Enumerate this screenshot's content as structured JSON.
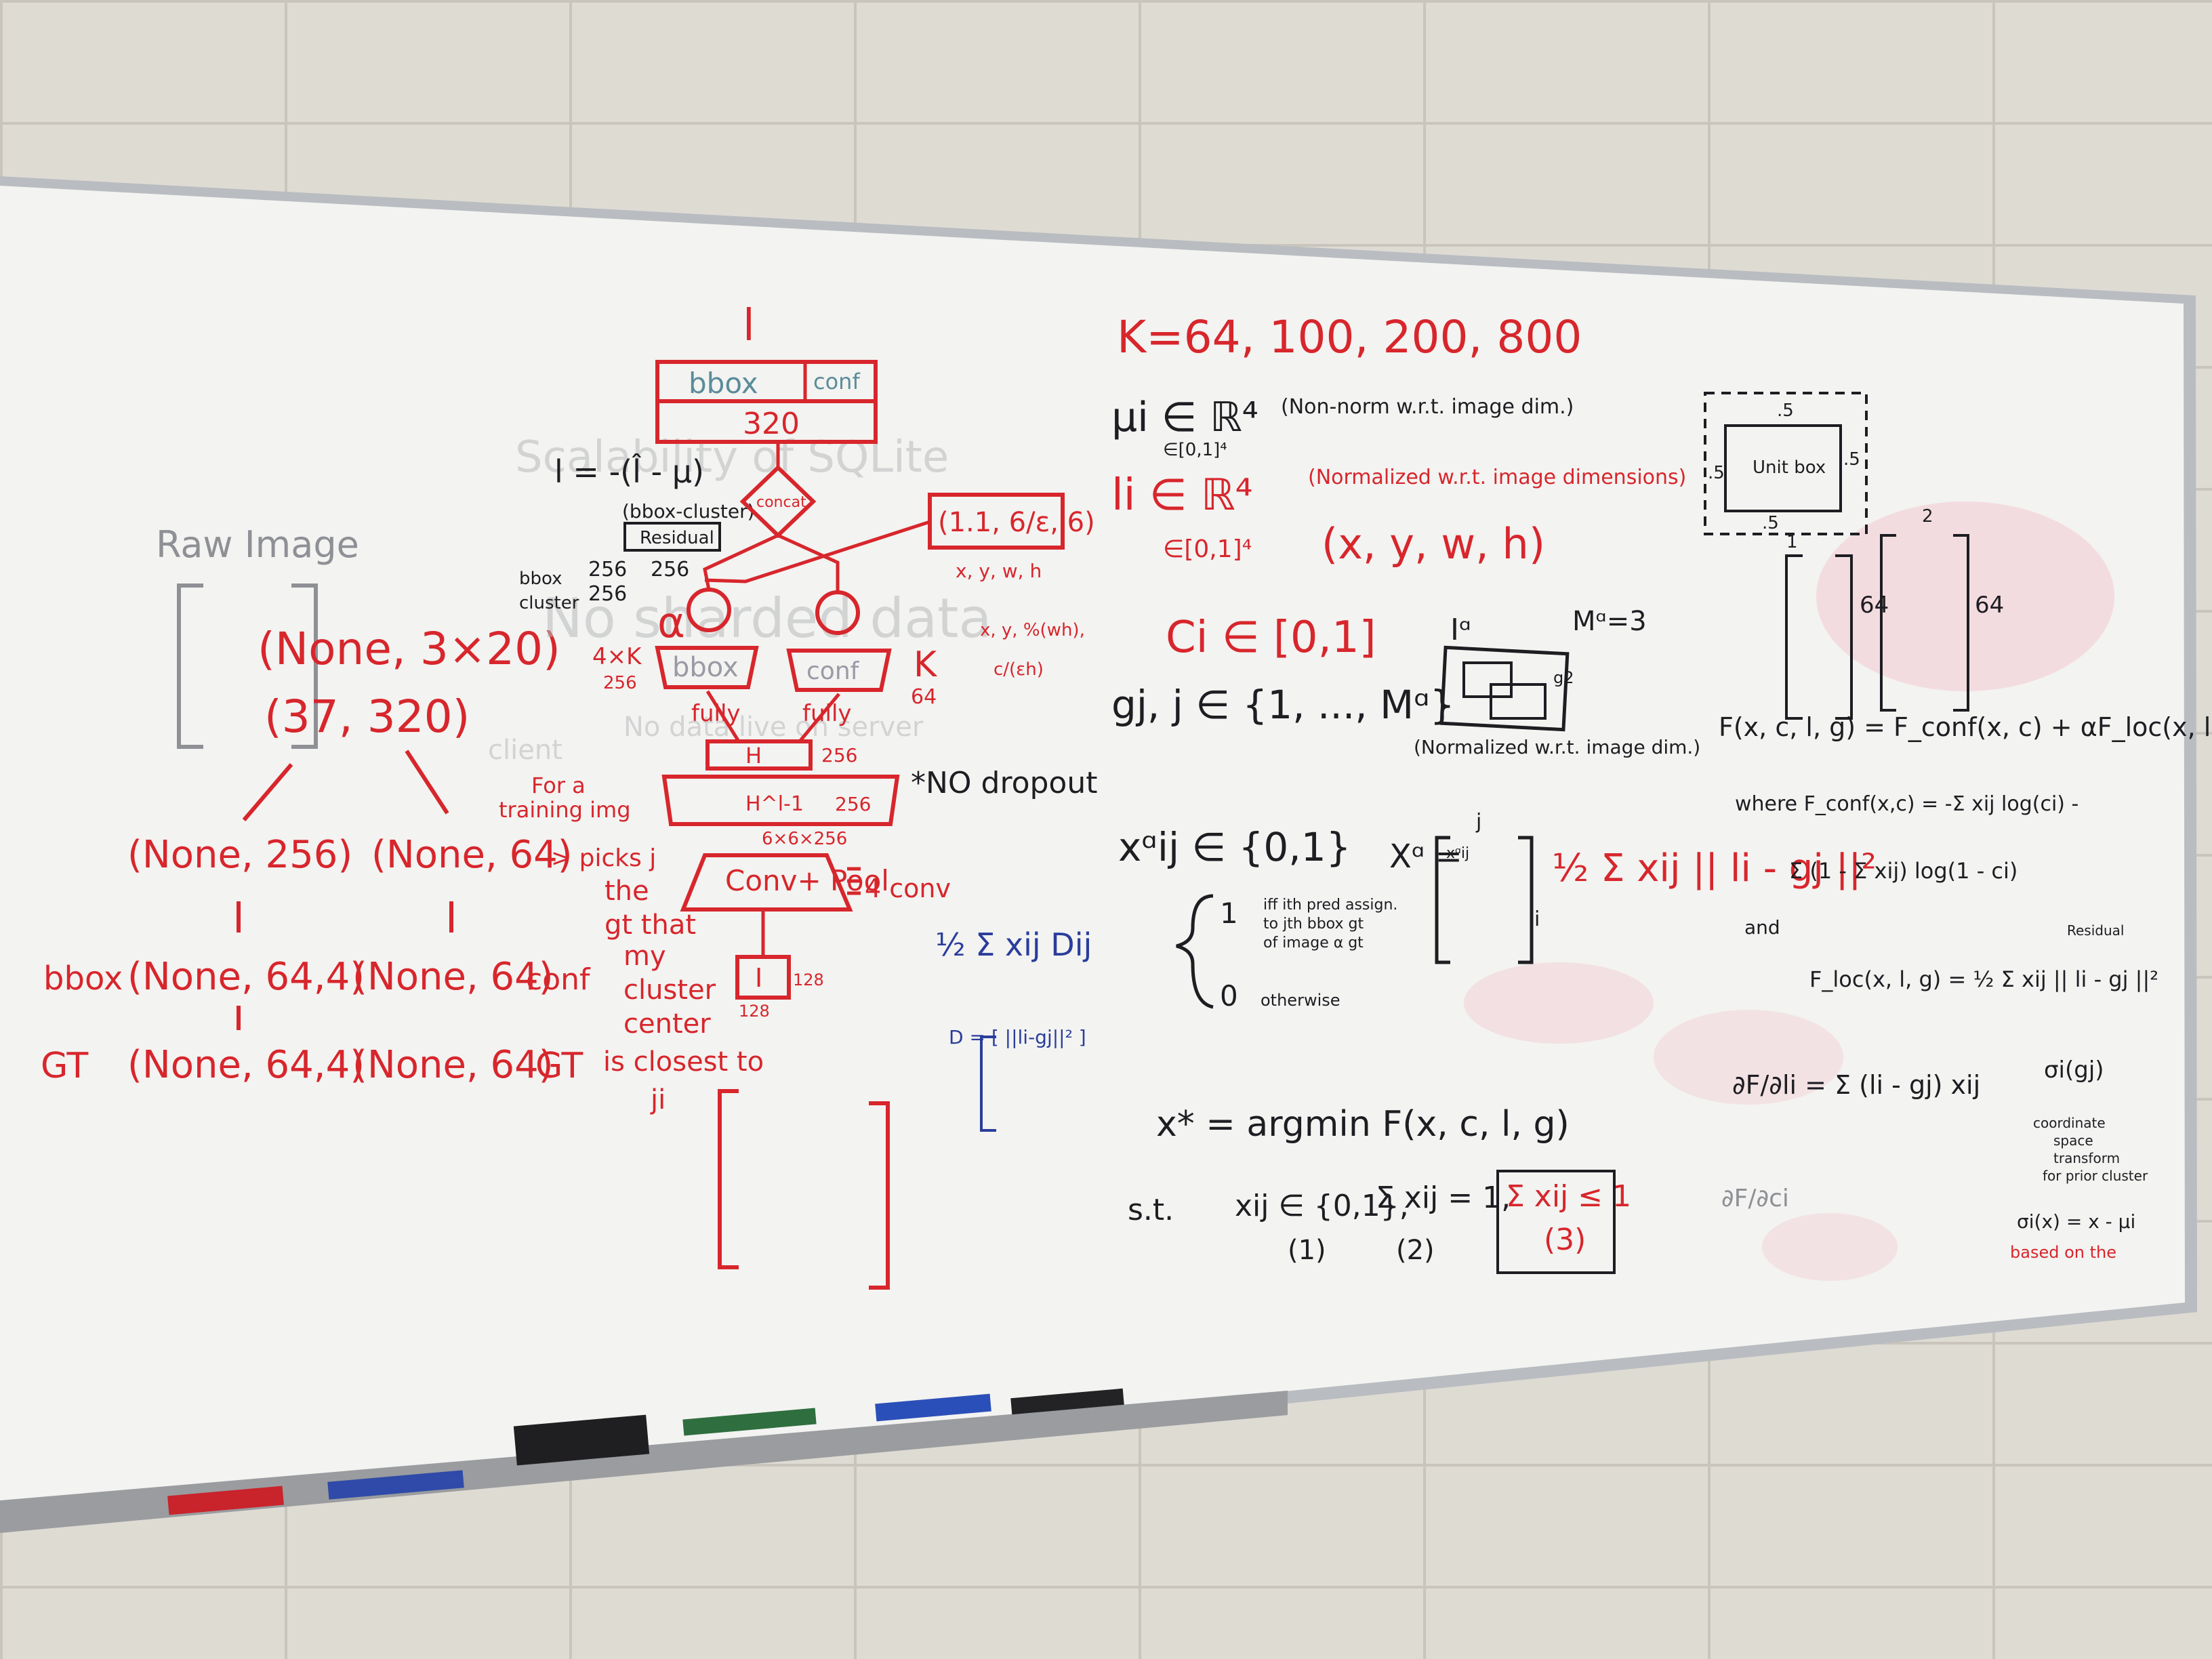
{
  "board": {
    "colors": {
      "red": "#d7262c",
      "black": "#1d1d22",
      "blue": "#2a3d9c",
      "gray": "#8e9095",
      "pink": "#e7a5b3"
    },
    "left": {
      "raw_image": "Raw Image",
      "shape1": "(None, 3×20)",
      "shape2": "(37, 320)",
      "bbox_pred": "(None, 256)",
      "conf_pred": "(None, 64)",
      "bbox_label": "bbox",
      "bbox_reshape": "(None, 64,4)",
      "conf_reshape": "(None, 64)",
      "conf_label": "conf",
      "gt_label": "GT",
      "gt_bbox": "(None, 64,4)",
      "gt_conf": "(None, 64)",
      "gt_label2": "GT"
    },
    "network": {
      "loss_symbol": "l",
      "bbox_box": "bbox",
      "conf_box": "conf",
      "dim_box": "320",
      "loss_formula": "l = -(l̂ - μ)",
      "bbox_cluster": "(bbox-cluster)",
      "residual": "Residual",
      "concat": "concat",
      "bbox_row": "bbox",
      "bbox_row_val1": "256",
      "bbox_row_val2": "256",
      "cluster_row": "cluster",
      "cluster_row_val": "256",
      "coords_box": "(1.1, 6/ε, 6)",
      "coords_sub": "x, y, w, h",
      "coords_sub2": "x, y, %(wh),",
      "coords_sub3": "c/(εh)",
      "alpha": "α",
      "four_k": "4×K",
      "four_k_val": "256",
      "bbox_layer": "bbox",
      "conf_layer": "conf",
      "k_label": "K",
      "k_val": "64",
      "fully1": "fully",
      "fully2": "fully",
      "h_top": "H",
      "h_top_val": "256",
      "h_next": "H^l-1",
      "h_next_val": "256",
      "dims": "6×6×256",
      "conv": "Conv+ Pool",
      "four_conv": "4 conv",
      "input": "I",
      "input_val1": "128",
      "input_val2": "128",
      "no_dropout": "*NO dropout",
      "training_note": [
        "For a",
        "training img"
      ],
      "picks_note": [
        "-> picks j",
        "the",
        "gt that",
        "my",
        "cluster",
        "center",
        "is closest to",
        "ji"
      ]
    },
    "ghost_text": {
      "sqlite": "Scalability of SQLite",
      "no_data": "No sharded data",
      "server": "No data live on server",
      "client": "client"
    },
    "middle": {
      "k_values": "K=64, 100, 200, 800",
      "mu": "μi ∈ ℝ⁴",
      "mu_sub": "∈[0,1]⁴",
      "mu_note": "(Non-norm w.r.t. image dim.)",
      "l": "li ∈ ℝ⁴",
      "l_sub": "∈[0,1]⁴",
      "l_note": "(Normalized w.r.t. image dimensions)",
      "coords": "(x, y, w, h)",
      "c": "Ci ∈ [0,1]",
      "g": "gj, j ∈ {1, ..., Mᵅ}",
      "i_alpha": "Iᵅ",
      "m_alpha": "Mᵅ=3",
      "g_label": "g2",
      "norm_note": "(Normalized w.r.t. image dim.)",
      "x_ij": "xᵅij ∈ {0,1}",
      "x_def_1": "1",
      "x_def_note": [
        "iff ith pred assign.",
        "to jth bbox gt",
        "of image α gt"
      ],
      "x_def_0": "0",
      "otherwise": "otherwise",
      "x_matrix": "Xᵅ =",
      "x_cell": "xᵅij",
      "j_label": "j",
      "i_label": "i",
      "half_sum": "½ Σ xij || li - gj ||²",
      "blue_sum": "½ Σ xij Dij",
      "blue_d": "D = [ ||li-gj||² ]",
      "argmin": "x* = argmin F(x, c, l, g)",
      "st": "s.t.",
      "constraint1": "xij ∈ {0,1},",
      "constraint2": "Σ xij = 1,",
      "constraint3": "Σ xij ≤ 1",
      "c1": "(1)",
      "c2": "(2)",
      "c3": "(3)"
    },
    "right": {
      "dim_top": ".5",
      "dim_left": ".5",
      "dim_right": ".5",
      "dim_bottom": ".5",
      "unit_box": "Unit box",
      "one": "1",
      "sixty_four_a": "64",
      "sixty_four_b": "64",
      "two": "2",
      "f": "F(x, c, l, g) = F_conf(x, c) + αF_loc(x, l, g)",
      "where": "where F_conf(x,c) = -Σ xij log(ci) -",
      "conf_cont": "Σ (1 - Σ xij) log(1 - ci)",
      "and": "and",
      "loc": "F_loc(x, l, g) = ½ Σ xij || li - gj ||²",
      "deriv": "∂F/∂li = Σ (li - gj) xij",
      "deriv2": "∂F/∂ci",
      "residual_note": "Residual",
      "sigma": "σi(gj)",
      "transform": [
        "coordinate",
        "space",
        "transform",
        "for prior cluster"
      ],
      "sigma_eq": "σi(x) = x - μi",
      "based": "based on the"
    }
  }
}
